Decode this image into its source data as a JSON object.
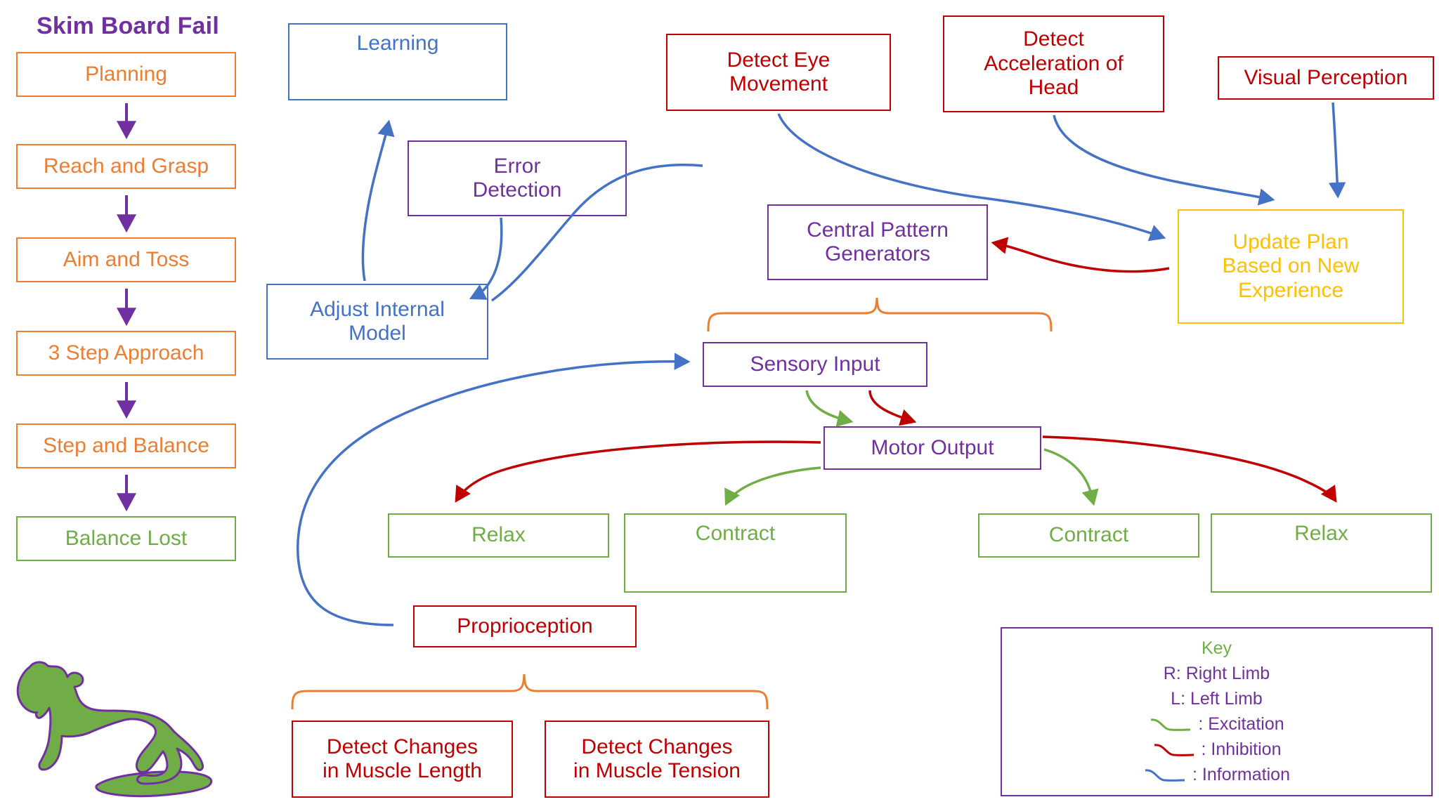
{
  "title": "Skim Board Fail",
  "colors": {
    "orange": "#ED7D31",
    "green": "#70AD47",
    "blue": "#4472C4",
    "purple": "#7030A0",
    "red": "#C00000",
    "gold": "#FFC000"
  },
  "left_flow": {
    "steps": [
      {
        "label": "Planning",
        "color": "orange"
      },
      {
        "label": "Reach and Grasp",
        "color": "orange"
      },
      {
        "label": "Aim and Toss",
        "color": "orange"
      },
      {
        "label": "3 Step Approach",
        "color": "orange"
      },
      {
        "label": "Step and Balance",
        "color": "orange"
      },
      {
        "label": "Balance Lost",
        "color": "green"
      }
    ]
  },
  "nodes": {
    "learning": "Learning",
    "error_detection": "Error\nDetection",
    "error_detection_l1": "Error",
    "error_detection_l2": "Detection",
    "adjust_internal_model_l1": "Adjust Internal",
    "adjust_internal_model_l2": "Model",
    "detect_eye_movement_l1": "Detect Eye",
    "detect_eye_movement_l2": "Movement",
    "detect_acceleration_l1": "Detect",
    "detect_acceleration_l2": "Acceleration of",
    "detect_acceleration_l3": "Head",
    "visual_perception": "Visual Perception",
    "update_plan_l1": "Update Plan",
    "update_plan_l2": "Based on New",
    "update_plan_l3": "Experience",
    "central_pattern_generators_l1": "Central Pattern",
    "central_pattern_generators_l2": "Generators",
    "sensory_input": "Sensory Input",
    "motor_output": "Motor Output",
    "relax_left": "Relax",
    "contract_left": "Contract",
    "contract_right": "Contract",
    "relax_right": "Relax",
    "proprioception": "Proprioception",
    "muscle_length_l1": "Detect Changes",
    "muscle_length_l2": "in Muscle Length",
    "muscle_tension_l1": "Detect Changes",
    "muscle_tension_l2": "in Muscle Tension"
  },
  "key": {
    "title": "Key",
    "line_right": "R: Right Limb",
    "line_left": "L: Left Limb",
    "excitation": ": Excitation",
    "inhibition": ": Inhibition",
    "information": ": Information"
  }
}
